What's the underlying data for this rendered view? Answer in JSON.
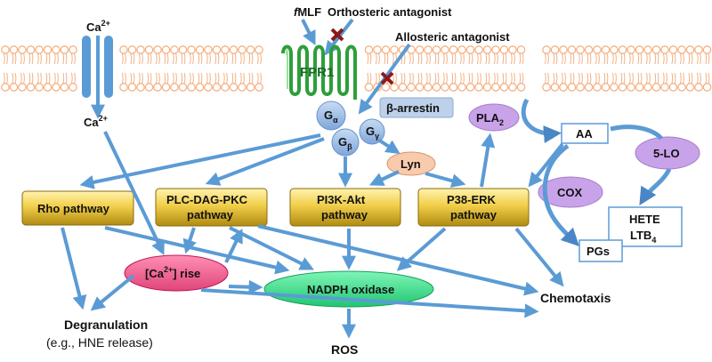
{
  "labels": {
    "ca_top": "Ca",
    "ca_sup": "2+",
    "ca_mid": "Ca",
    "ca_mid_sup": "2+",
    "fmlf_f": "f",
    "fmlf_rest": "MLF",
    "orthosteric": "Orthosteric antagonist",
    "allosteric": "Allosteric antagonist",
    "receptor": "FPR1",
    "g_alpha": "G",
    "g_alpha_sub": "α",
    "g_gamma": "G",
    "g_gamma_sub": "γ",
    "g_beta": "G",
    "g_beta_sub": "β",
    "beta_arrestin": "β-arrestin",
    "lyn": "Lyn",
    "pla2": "PLA",
    "pla2_sub": "2",
    "aa": "AA",
    "five_lo": "5-LO",
    "cox": "COX",
    "hete": "HETE",
    "ltb": "LTB",
    "ltb_sub": "4",
    "pgs": "PGs"
  },
  "pathways": {
    "rho": "Rho pathway",
    "plc_line1": "PLC-DAG-PKC",
    "plc_line2": "pathway",
    "pi3k_line1": "PI3K-Akt",
    "pi3k_line2": "pathway",
    "p38_line1": "P38-ERK",
    "p38_line2": "pathway"
  },
  "intermediates": {
    "ca_rise_open": "[Ca",
    "ca_rise_sup": "2+",
    "ca_rise_close": "] rise",
    "nadph": "NADPH oxidase"
  },
  "outcomes": {
    "degranulation": "Degranulation",
    "degranulation_example": "(e.g., HNE release)",
    "ros": "ROS",
    "chemotaxis": "Chemotaxis"
  },
  "colors": {
    "arrow": "#5b9bd5",
    "membrane": "#f4b183",
    "receptor": "#2e9e3b",
    "pathway_box": "#e7c13a",
    "ca_rise": "#f06292",
    "nadph": "#39e28f",
    "lo_cox_pla": "#c9a3ea",
    "lyn": "#f8cbad",
    "g_protein": "#8fb4e3",
    "antagonist_mark": "#8b1a1a"
  }
}
